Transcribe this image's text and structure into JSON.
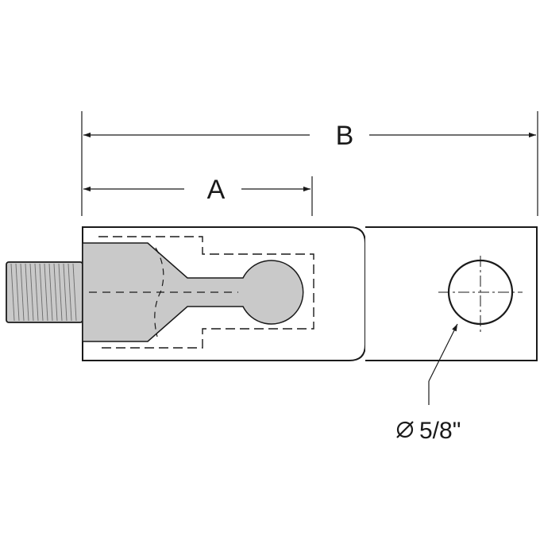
{
  "dimensions": {
    "a_label": "A",
    "b_label": "B"
  },
  "callout": {
    "hole_note": "5/8\""
  },
  "colors": {
    "outline": "#1a1a1a",
    "fill_part": "#ffffff",
    "fill_cavity": "#c9c9c9",
    "fill_thread": "#c9c9c9",
    "background": "#ffffff"
  }
}
